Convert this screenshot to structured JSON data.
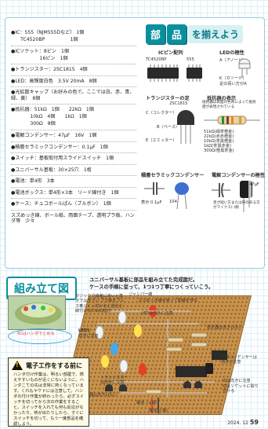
{
  "parts_list": [
    "●IC：555（NJM555Dなど） 1個",
    "　　TC4520BP　　　　　 1個",
    "●ICソケット：8ピン　1個",
    "　　　　　　16ピン　1個",
    "●トランジスター：2SC1815　4個",
    "●LED：高輝度白色　3.5V 20mA　8個",
    "●光拡散キャップ（お好みの色で。ここでは白、赤、青、緑、黄）　8個",
    "●抵抗器：51kΩ　1個　　22kΩ　1個",
    "　　　　10kΩ　4個　　1kΩ　1個",
    "　　　　300Ω　8個",
    "●電解コンデンサー：47μF　16V　1個",
    "●積層セラミックコンデンサー：0.1μF　1個",
    "●スイッチ：基板取付用スライドスイッチ　1個",
    "●ユニバーサル基板：30×25穴　1枚",
    "●電池：単4形　3本",
    "●電池ボックス：単4形×3本　リード線付き　1個",
    "●ケース：チュコボールぱん（ブルボン）　1個",
    "スズめっき線、ボール紙、両面テープ、透明プラ板、ハンダ等　少々"
  ],
  "title": {
    "char1": "部",
    "char2": "品",
    "rest": "を揃えよう"
  },
  "diagrams": {
    "ic_pin": "ICピン配列",
    "tc4520bp": "TC4520BP",
    "n555": "555",
    "led_polarity": "LEDの極性",
    "led_anode": "A（アノード）",
    "led_cathode": "K（カソード）",
    "led_short_leg": "足の長い方がA",
    "transistor_pins": "トランジスターの足",
    "transistor_model": "2SC1815",
    "collector": "C（コレクター）",
    "base": "B（ベース）",
    "emitter": "E（エミッター）",
    "resistor_colors": "抵抗器の表示",
    "resistor_note": "抵抗器は表面の色帯によって抵抗値が表現されている",
    "r_51k": "51kΩ(緑茶橙金)",
    "r_22k": "22kΩ(赤赤橙金)",
    "r_10k": "10kΩ(茶黒橙金)",
    "r_1k": "1kΩ(茶黒赤金)",
    "r_300": "300Ω(橙黒茶金)",
    "ceramic_cap": "積層セラミックコンデンサー",
    "ceramic_mark": "104",
    "ceramic_note": "表示 0.1μF",
    "elec_cap": "電解コンデンサーの極性",
    "elec_note": "足が短い方または帯のある方がマイナス(-)側",
    "elec_value": "47μF"
  },
  "build": {
    "title": "組み立て図",
    "desc1": "ユニバーサル基板に部品を組み立てた完成図だ。",
    "desc2": "ケースの手順に従って、1つ1つ丁寧につくっていこう。"
  },
  "callouts": {
    "c1": "マジックで線者に赤いと表示ではきさい プラ板をプレス乗にくっ付けると自分と線付けるための指示",
    "c2": "ジャンパー線",
    "c3": "スズめっき線を使って配線を作る",
    "c4": "LEDは向きに注意",
    "c5": "LED1",
    "c6": "向きに注意",
    "c7": "抵抗器は向きはない",
    "c8": "電解コンデンサーは向きに注意",
    "c9": "ICは向きに注意",
    "c10": "ICはソケットに取り付ける",
    "c11": "トランジスターは向きに注意",
    "c12": "電池（+側）",
    "c13": "電池（-側）",
    "c14": "抵抗器は向きはない",
    "c15": "5Cはハンダでとめる"
  },
  "warning": {
    "title": "電子工作をする前に",
    "body": "ハンダ付け作業は、明るい部屋で、燃えやすいものが近くにないように。ハンダこての先は非常に熱くなっています。くれもヤケドには注意して。ハンダの付け作業が終わったら、必ずスイッチを切ってから次の作業をすること。スイッチを入れても何も反応がなかったり、熱が出たりしたら、すぐにスイッチを切って、もう一度部品を確認しよう。"
  },
  "footer": {
    "issue": "2024. 12",
    "page": "59"
  }
}
